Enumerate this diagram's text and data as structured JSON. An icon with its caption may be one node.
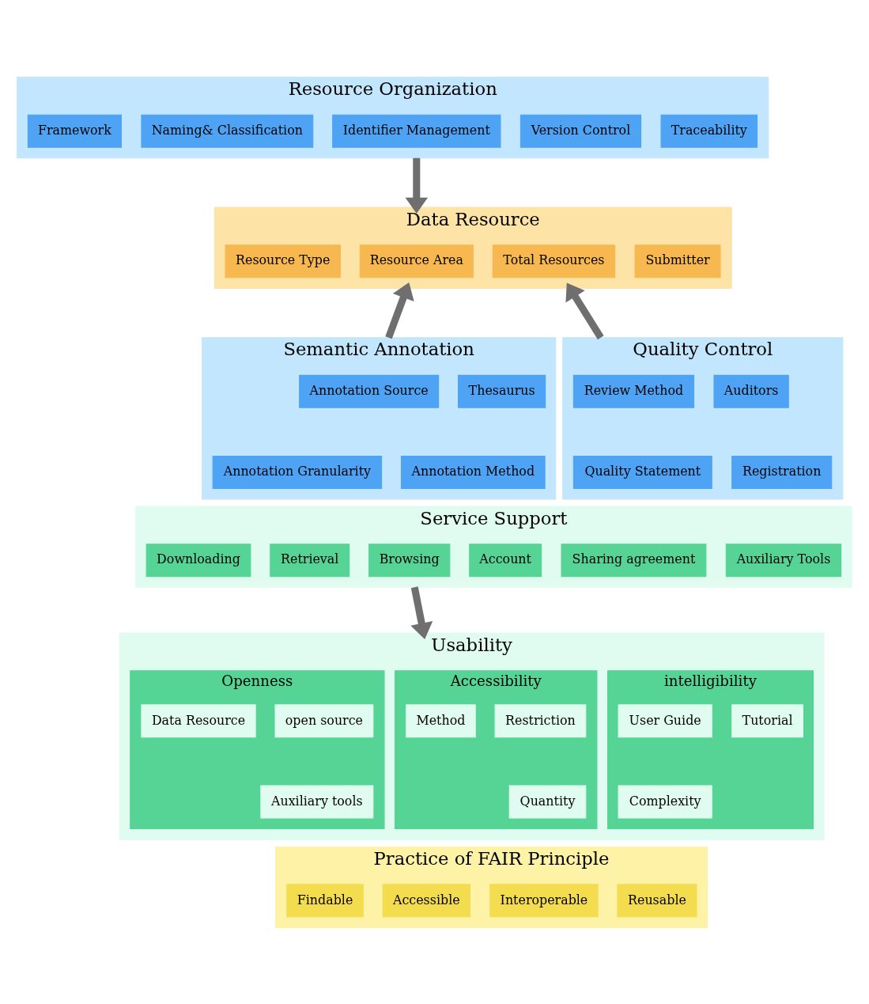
{
  "diagram": {
    "nodes": [
      {
        "text": [
          "Resource Organization"
        ]
      },
      {
        "text": [
          "Framework"
        ],
        "in": 0
      },
      {
        "text": [
          "Naming& Classification"
        ],
        "in": 0
      },
      {
        "text": [
          "Identifier Management"
        ],
        "in": 0
      },
      {
        "text": [
          "Version Control"
        ],
        "in": 0
      },
      {
        "text": [
          "Traceability"
        ],
        "in": 0
      },
      {
        "text": [
          "Data Resource"
        ]
      },
      {
        "text": [
          "Resource Type"
        ],
        "in": 6
      },
      {
        "text": [
          "Resource Area"
        ],
        "in": 6
      },
      {
        "text": [
          "Total Resources"
        ],
        "in": 6
      },
      {
        "text": [
          "Submitter"
        ],
        "in": 6
      },
      {
        "text": [
          "Semantic Annotation"
        ]
      },
      {
        "text": [
          "Annotation Source"
        ],
        "in": 11
      },
      {
        "text": [
          "Thesaurus"
        ],
        "in": 11
      },
      {
        "text": [
          "Annotation Granularity"
        ],
        "in": 11
      },
      {
        "text": [
          "Annotation Method"
        ],
        "in": 11
      },
      {
        "text": [
          "Quality Control"
        ]
      },
      {
        "text": [
          "Review Method"
        ],
        "in": 16
      },
      {
        "text": [
          "Auditors"
        ],
        "in": 16
      },
      {
        "text": [
          "Quality Statement"
        ],
        "in": 16
      },
      {
        "text": [
          "Registration"
        ],
        "in": 16
      },
      {
        "text": [
          "Service Support"
        ]
      },
      {
        "text": [
          "Downloading"
        ],
        "in": 21
      },
      {
        "text": [
          "Retrieval"
        ],
        "in": 21
      },
      {
        "text": [
          "Browsing"
        ],
        "in": 21
      },
      {
        "text": [
          "Account"
        ],
        "in": 21
      },
      {
        "text": [
          "Sharing agreement"
        ],
        "in": 21
      },
      {
        "text": [
          "Auxiliary Tools"
        ],
        "in": 21
      },
      {
        "text": [
          "Usability"
        ]
      },
      {
        "text": [
          "Openness"
        ],
        "in": 28
      },
      {
        "text": [
          "Data Resource"
        ],
        "in": 29
      },
      {
        "text": [
          "open source"
        ],
        "in": 29
      },
      {
        "text": [
          "Auxiliary tools"
        ],
        "in": 29
      },
      {
        "text": [
          "Accessibility"
        ],
        "in": 28
      },
      {
        "text": [
          "Method"
        ],
        "in": 33
      },
      {
        "text": [
          "Restriction"
        ],
        "in": 33
      },
      {
        "text": [
          "Quantity"
        ],
        "in": 33
      },
      {
        "text": [
          "intelligibility"
        ],
        "in": 28
      },
      {
        "text": [
          "User Guide"
        ],
        "in": 37
      },
      {
        "text": [
          "Tutorial"
        ],
        "in": 37
      },
      {
        "text": [
          "Complexity"
        ],
        "in": 37
      },
      {
        "text": [
          "Practice of FAIR Principle"
        ]
      },
      {
        "text": [
          "Findable"
        ],
        "in": 41
      },
      {
        "text": [
          "Accessible"
        ],
        "in": 41
      },
      {
        "text": [
          "Interoperable"
        ],
        "in": 41
      },
      {
        "text": [
          "Reusable"
        ],
        "in": 41
      }
    ],
    "edges": [
      {
        "from": 0,
        "to": 6,
        "arrow": "to"
      },
      {
        "from": 11,
        "to": 6,
        "arrow": "to"
      },
      {
        "from": 16,
        "to": 6,
        "arrow": "to"
      },
      {
        "from": 21,
        "to": 28,
        "arrow": "to"
      }
    ]
  }
}
